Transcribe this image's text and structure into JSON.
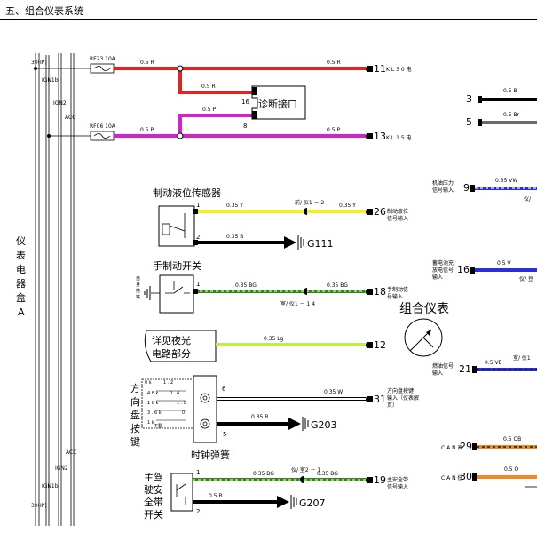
{
  "page": {
    "title": "五、组合仪表系统"
  },
  "rails": {
    "label_30_top": "30(IP)",
    "label_ign1b_top": "IGN1b",
    "label_ign2_top": "IGN2",
    "label_acc_top": "ACC",
    "label_acc_bot": "ACC",
    "label_ign2_bot": "IGN2",
    "label_ign1b_bot": "IGN1b",
    "label_30_bot": "30(IP)"
  },
  "fuse_box": {
    "chars": [
      "仪",
      "表",
      "电",
      "器",
      "盒",
      "A"
    ]
  },
  "fuses": {
    "rf23": "RF23 10A",
    "rf06": "RF06 10A"
  },
  "wires": {
    "w1": "0.5 R",
    "w1b": "0.5 R",
    "w2": "0.5 R",
    "w3": "0.5 P",
    "w4": "0.5 P",
    "w4b": "0.5 P",
    "brake_y": "0.35 Y",
    "brake_y_mid": "前/ 仪1 － 2",
    "brake_y2": "0.35 Y",
    "brake_b": "0.35 B",
    "hb_bg": "0.35 BG",
    "hb_bg_mid": "室/ 仪1 － 1 4",
    "hb_bg2": "0.35 BG",
    "night_lg": "0.35 Lg",
    "steer_w": "0.35  W",
    "steer_b": "0.35  B",
    "belt_bg": "0.35 BG",
    "belt_mid": "仪/ 室2 － 1",
    "belt_bg2": "0.35 BG",
    "belt_b": "0.5 B",
    "r3": "0.5 B",
    "r5": "0.5 Br",
    "r9": "0.35 VW",
    "r9_note": "仪/",
    "r16": "0.5 V",
    "r16_note": "仪/ 豆",
    "r21": "0.5 VB",
    "r21_note": "室/ 仪1",
    "r29": "0.5 OB",
    "r30": "0.5 O"
  },
  "connectors": {
    "c11": "11",
    "c11_label": "K L 3 0 电",
    "c13": "13",
    "c13_label": "K L 1 5 电",
    "c26": "26",
    "c26_label_1": "制动液位",
    "c26_label_2": "信号输入",
    "c18": "18",
    "c18_label_1": "手制动信",
    "c18_label_2": "号输入",
    "c12": "12",
    "c31": "31",
    "c31_label_1": "方向盘按键",
    "c31_label_2": "输入（仪表解",
    "c31_label_3": "页）",
    "c19": "19",
    "c19_label_1": "主安全带",
    "c19_label_2": "信号输入",
    "r3": "3",
    "r5": "5",
    "r9": "9",
    "r16": "16",
    "r21": "21",
    "r29": "29",
    "r30": "30"
  },
  "diag": {
    "label": "诊断接口",
    "pin16": "16",
    "pin8": "8"
  },
  "components": {
    "brake_sensor": "制动液位传感器",
    "handbrake": "手制动开关",
    "handbrake_side": [
      "自",
      "身",
      "搭",
      "铁"
    ],
    "night_box_1": "详见夜光",
    "night_box_2": "电路部分",
    "cluster": "组合仪表",
    "steer_chars": [
      "方",
      "向",
      "盘",
      "按",
      "键"
    ],
    "clock_spring": "时钟弹簧",
    "belt_chars_1": "主驾",
    "belt_chars_2": "驶安",
    "belt_chars_3": "全带",
    "belt_chars_4": "开关",
    "steer_keys": [
      "0 k",
      "4 8 k",
      "1 8 k",
      "3 . 6 k",
      "1 k"
    ],
    "steer_small": [
      "1 . 2",
      "0",
      "4",
      "1 . 8",
      "0",
      "下翻"
    ]
  },
  "pins": {
    "p1a": "1",
    "p2a": "2",
    "p1b": "1",
    "p6": "6",
    "p5": "5",
    "p1c": "1",
    "p2c": "2"
  },
  "grounds": {
    "g111": "G111",
    "g203": "G203",
    "g207": "G207"
  },
  "right_labels": {
    "oil_1": "机油压力",
    "oil_2": "信号输入",
    "batt_1": "蓄电池充",
    "batt_2": "放电信号",
    "batt_3": "输入",
    "fuel_1": "燃油信号",
    "fuel_2": "输入",
    "can_h": "C A N 高",
    "can_l": "C A N 低"
  },
  "colors": {
    "red": "#e8201f",
    "magenta": "#d81fd0",
    "yellow": "#f5f019",
    "lime": "#bff044",
    "green_bg": "#3c7a3c",
    "blue": "#2b2ed8",
    "orange": "#f08a20",
    "gray": "#6a6a6a",
    "black": "#000000"
  }
}
